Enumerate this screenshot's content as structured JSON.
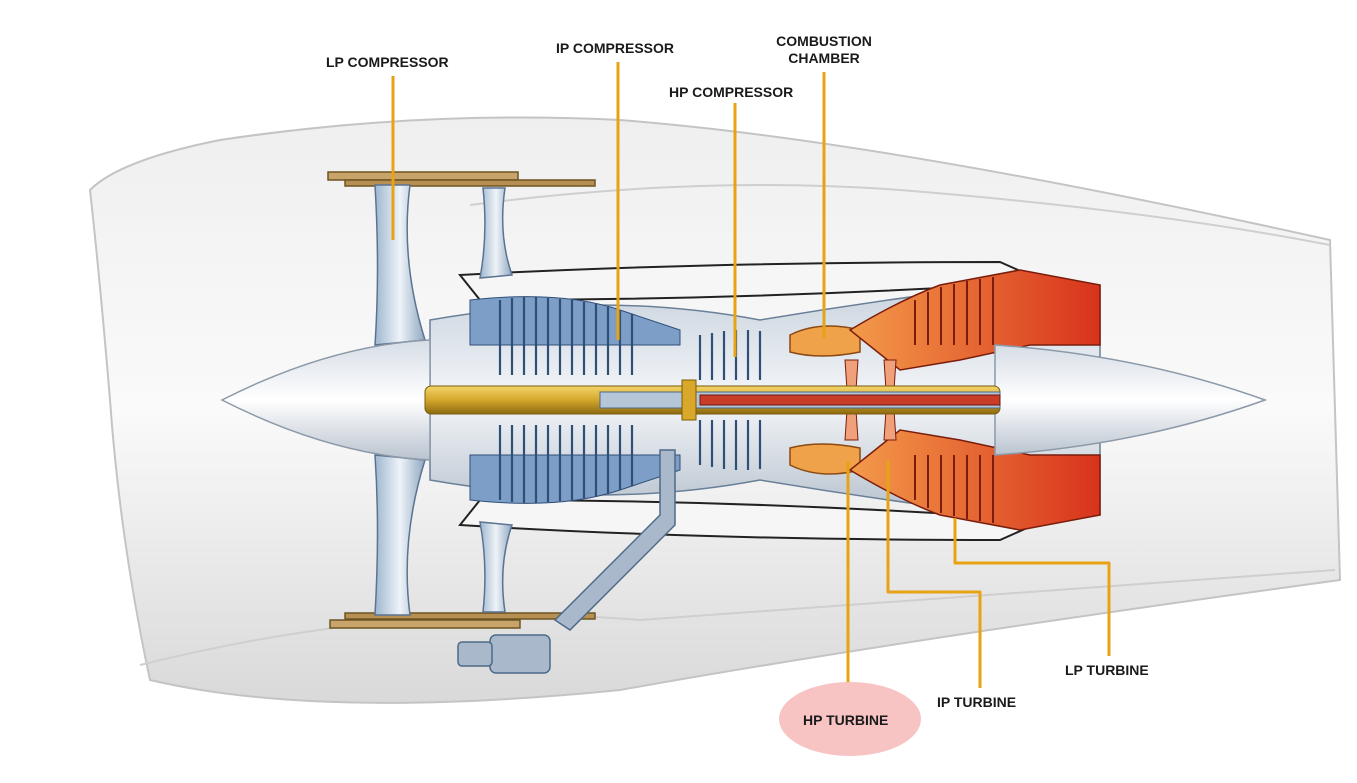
{
  "labels": {
    "lp_compressor": "LP COMPRESSOR",
    "ip_compressor": "IP COMPRESSOR",
    "combustion_chamber_line1": "COMBUSTION",
    "combustion_chamber_line2": "CHAMBER",
    "hp_compressor": "HP COMPRESSOR",
    "hp_turbine": "HP TURBINE",
    "ip_turbine": "IP TURBINE",
    "lp_turbine": "LP TURBINE"
  },
  "highlighted_component": "HP TURBINE",
  "colors": {
    "leader_line": "#e8a315",
    "highlight": "#f7c3c3",
    "nacelle": "#e3e3e3",
    "compressor_blue": "#5d86b6",
    "shaft_gold": "#d4a72c",
    "turbine_red": "#d8331c",
    "turbine_orange": "#ef7a2c"
  }
}
